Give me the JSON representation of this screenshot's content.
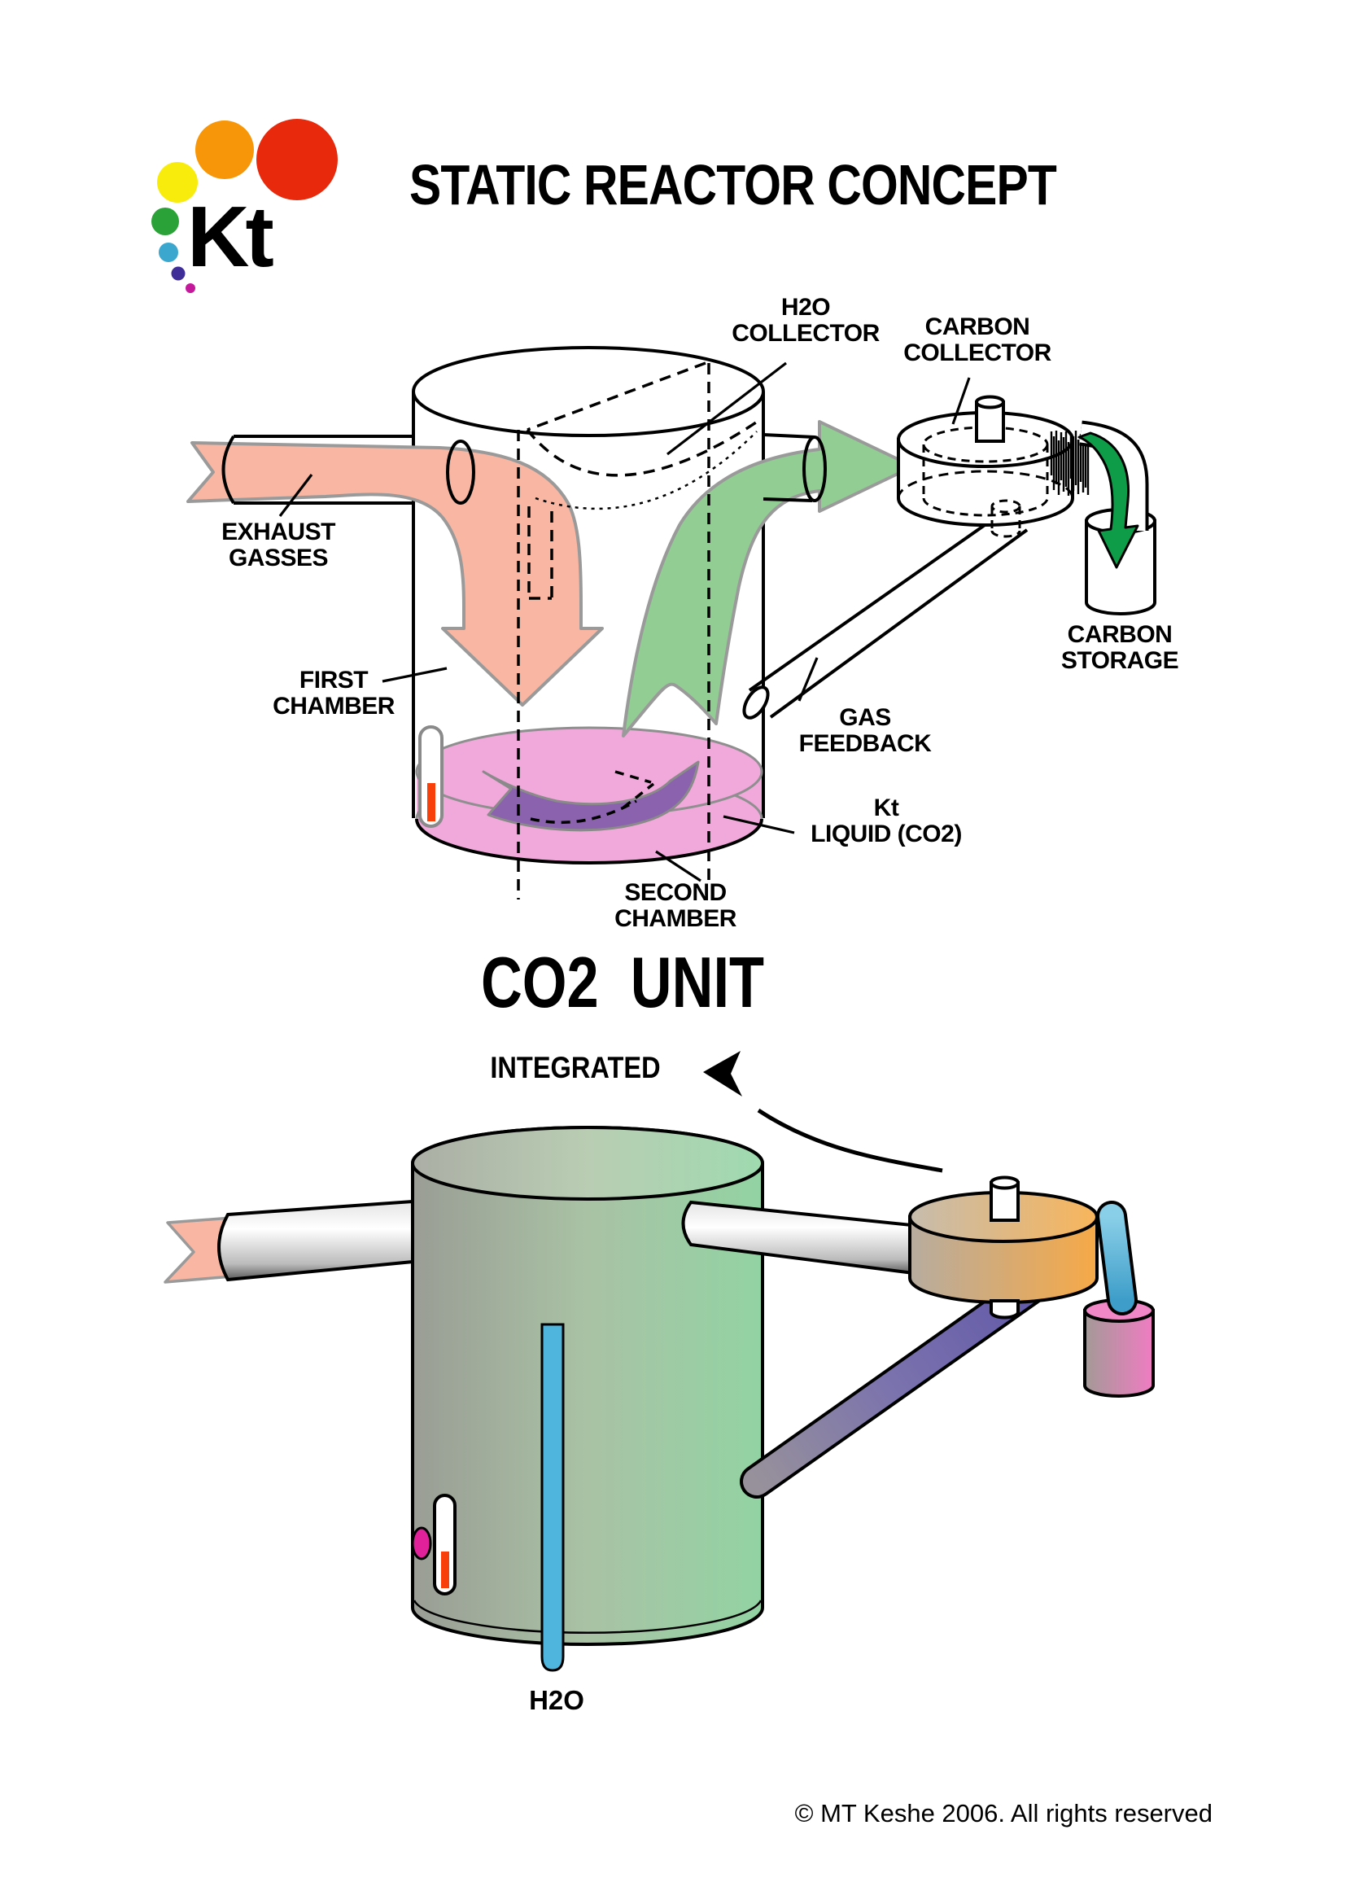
{
  "page": {
    "title": "STATIC REACTOR CONCEPT",
    "copyright": "© MT Keshe 2006. All rights reserved"
  },
  "logo": {
    "text": "Kt"
  },
  "upper": {
    "labels": {
      "h2o_collector": {
        "line1": "H2O",
        "line2": "COLLECTOR"
      },
      "carbon_collector": {
        "line1": "CARBON",
        "line2": "COLLECTOR"
      },
      "exhaust_gasses": {
        "line1": "EXHAUST",
        "line2": "GASSES"
      },
      "first_chamber": {
        "line1": "FIRST",
        "line2": "CHAMBER"
      },
      "gas_feedback": {
        "line1": "GAS",
        "line2": "FEEDBACK"
      },
      "carbon_storage": {
        "line1": "CARBON",
        "line2": "STORAGE"
      },
      "kt_liquid": {
        "line1": "Kt",
        "line2": "LIQUID (CO2)"
      },
      "second_chamber": {
        "line1": "SECOND",
        "line2": "CHAMBER"
      }
    }
  },
  "lower": {
    "heading": "CO2  UNIT",
    "subheading": "INTEGRATED",
    "water_label": "H2O"
  },
  "colors": {
    "exhaust_arrow": "#F9B7A3",
    "gas_arrow": "#92CE94",
    "carbon_arrow": "#0E9C49",
    "liquid": "#F1A9DB",
    "swirl": "#8B62AE",
    "water": "#4FB5DC",
    "thermo_red": "#F8400B",
    "dot_magenta": "#E0219A",
    "storage_pink_top": "#F287C7",
    "logo_red": "#E8290C",
    "logo_orange": "#F79608",
    "logo_yellow": "#F8EC0C",
    "logo_green": "#2BA237",
    "logo_blue": "#3BA7CE",
    "logo_indigo": "#3F2D98",
    "logo_magenta": "#C5199C"
  }
}
